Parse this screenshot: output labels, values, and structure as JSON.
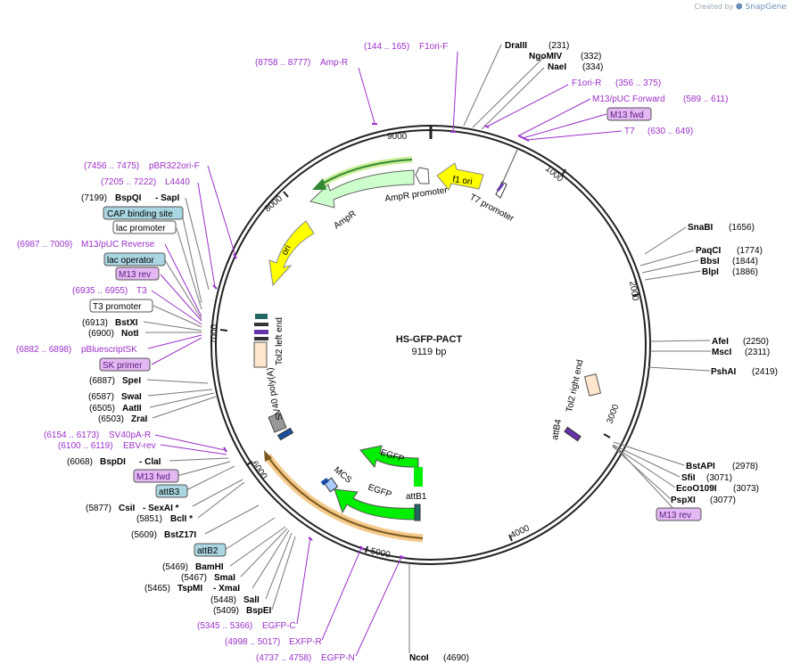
{
  "header": {
    "credit_prefix": "Created by",
    "credit_brand": "SnapGene"
  },
  "plasmid": {
    "name": "HS-GFP-PACT",
    "size_label": "9119 bp"
  },
  "ticks": [
    "1000",
    "2000",
    "3000",
    "4000",
    "5000",
    "6000",
    "7000",
    "8000",
    "9000"
  ],
  "features": {
    "f1_ori": "f1 ori",
    "ampr_promoter": "AmpR promoter",
    "ampr": "AmpR",
    "ori": "ori",
    "t7_promoter": "T7 promoter",
    "tol2_left": "Tol2 left end",
    "tol2_right": "Tol2 right end",
    "sv40": "SV40 poly(A) signal",
    "mcs": "MCS",
    "egfp1": "EGFP",
    "egfp2": "EGFP",
    "attb1": "attB1",
    "attb4": "attB4"
  },
  "labels": {
    "f1ori_f_range": "(144 .. 165)",
    "f1ori_f": "F1ori-F",
    "ampr_r_range": "(8758 .. 8777)",
    "ampr_r": "Amp-R",
    "draiii": "DraIII",
    "draiii_pos": "(231)",
    "ngomiv": "NgoMIV",
    "ngomiv_pos": "(332)",
    "naei": "NaeI",
    "naei_pos": "(334)",
    "f1ori_r": "F1ori-R",
    "f1ori_r_range": "(356 .. 375)",
    "m13puc_fwd": "M13/pUC Forward",
    "m13puc_fwd_range": "(589 .. 611)",
    "m13fwd_top": "M13 fwd",
    "t7": "T7",
    "t7_range": "(630 .. 649)",
    "pbr_range": "(7456 .. 7475)",
    "pbr": "pBR322ori-F",
    "l4440_range": "(7205 .. 7222)",
    "l4440": "L4440",
    "bspqi_pos": "(7199)",
    "bspqi": "BspQI",
    "sapi": "- SapI",
    "cap": "CAP binding site",
    "lac_promoter": "lac promoter",
    "m13puc_rev_range": "(6987 .. 7009)",
    "m13puc_rev": "M13/pUC Reverse",
    "lac_operator": "lac operator",
    "m13rev_left": "M13 rev",
    "t3_range": "(6935 .. 6955)",
    "t3": "T3",
    "t3_promoter": "T3 promoter",
    "bstxi_pos": "(6913)",
    "bstxi": "BstXI",
    "noti_pos": "(6900)",
    "noti": "NotI",
    "pblue_range": "(6882 .. 6898)",
    "pblue": "pBluescriptSK",
    "sk_primer": "SK primer",
    "spei_pos": "(6887)",
    "spei": "SpeI",
    "swai_pos": "(6587)",
    "swai": "SwaI",
    "aatii_pos": "(6505)",
    "aatii": "AatII",
    "zrai_pos": "(6503)",
    "zrai": "ZraI",
    "sv40pa_range": "(6154 .. 6173)",
    "sv40pa": "SV40pA-R",
    "ebv_range": "(6100 .. 6119)",
    "ebv": "EBV-rev",
    "bspdi_pos": "(6068)",
    "bspdi": "BspDI",
    "clai": "- ClaI",
    "m13fwd_left": "M13 fwd",
    "attb3": "attB3",
    "csii_pos": "(5877)",
    "csii": "CsiI",
    "sexai": "- SexAI *",
    "bcli_pos": "(5851)",
    "bcli": "BclI *",
    "bstz_pos": "(5609)",
    "bstz": "BstZ17I",
    "attb2": "attB2",
    "bamhi_pos": "(5469)",
    "bamhi": "BamHI",
    "smai_pos": "(5467)",
    "smai": "SmaI",
    "tspmi_pos": "(5465)",
    "tspmi": "TspMI",
    "xmai": "- XmaI",
    "sali_pos": "(5448)",
    "sali": "SalI",
    "bspei_pos": "(5409)",
    "bspei": "BspEI",
    "egfpc_range": "(5345 .. 5366)",
    "egfpc": "EGFP-C",
    "exfpr_range": "(4998 .. 5017)",
    "exfpr": "EXFP-R",
    "egfpn_range": "(4737 .. 4758)",
    "egfpn": "EGFP-N",
    "ncoi": "NcoI",
    "ncoi_pos": "(4690)",
    "snabi": "SnaBI",
    "snabi_pos": "(1656)",
    "paqci": "PaqCI",
    "paqci_pos": "(1774)",
    "bbsi": "BbsI",
    "bbsi_pos": "(1844)",
    "blpi": "BlpI",
    "blpi_pos": "(1886)",
    "afei": "AfeI",
    "afei_pos": "(2250)",
    "msci": "MscI",
    "msci_pos": "(2311)",
    "pshai": "PshAI",
    "pshai_pos": "(2419)",
    "bstapi": "BstAPI",
    "bstapi_pos": "(2978)",
    "sfii": "SfiI",
    "sfii_pos": "(3071)",
    "ecoo": "EcoO109I",
    "ecoo_pos": "(3073)",
    "pspxi": "PspXI",
    "pspxi_pos": "(3077)",
    "m13rev_right": "M13 rev"
  },
  "colors": {
    "primer": "#9b30c8",
    "enzyme": "#111111",
    "primer_box": "#e4b8f2",
    "site_box": "#a9d6e0",
    "yellow": "#ffff00",
    "green": "#00ee00",
    "light_green": "#ccffcc",
    "backbone": "#222222"
  }
}
